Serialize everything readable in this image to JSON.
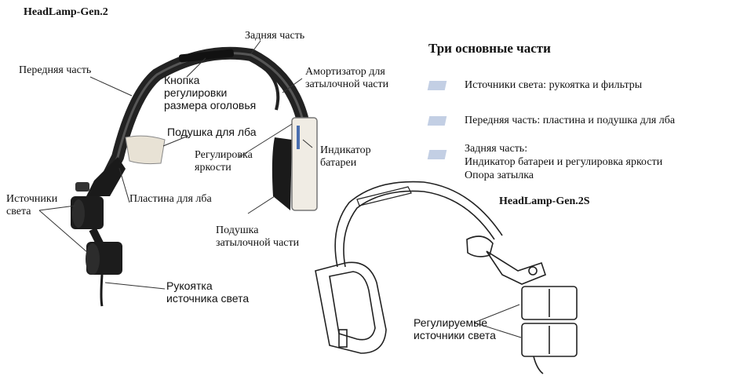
{
  "gen2": {
    "title": "HeadLamp-Gen.2",
    "labels": {
      "rear_part": "Задняя часть",
      "front_part": "Передняя часть",
      "size_button": [
        "Кнопка",
        "регулировки",
        "размера оголовья"
      ],
      "neck_shock": [
        "Амортизатор для",
        "затылочной части"
      ],
      "forehead_pad": "Подушка для лба",
      "brightness": [
        "Регулировка",
        "яркости"
      ],
      "battery": [
        "Индикатор",
        "батареи"
      ],
      "light_sources": [
        "Источники",
        "света"
      ],
      "forehead_plate": "Пластина для лба",
      "neck_pad": [
        "Подушка",
        "затылочной части"
      ],
      "handle": [
        "Рукоятка",
        "источника света"
      ]
    }
  },
  "legend": {
    "heading": "Три основные части",
    "swatch_color": "#c3cfe4",
    "items": [
      {
        "lines": [
          "Источники света: рукоятка и фильтры"
        ]
      },
      {
        "lines": [
          "Передняя часть: пластина и подушка для лба"
        ]
      },
      {
        "lines": [
          "Задняя часть:",
          "Индикатор батареи и регулировка яркости",
          "Опора затылка"
        ]
      }
    ]
  },
  "gen2s": {
    "title": "HeadLamp-Gen.2S",
    "labels": {
      "adjustable": [
        "Регулируемые",
        "источники света"
      ]
    }
  }
}
